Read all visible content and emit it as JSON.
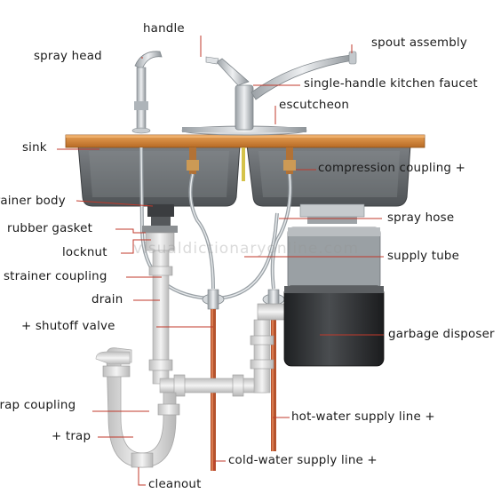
{
  "labels": {
    "handle": "handle",
    "spout_assembly": "spout assembly",
    "spray_head": "spray head",
    "single_handle_faucet": "single-handle kitchen faucet",
    "escutcheon": "escutcheon",
    "sink": "sink",
    "compression_coupling": "compression coupling +",
    "strainer_body": "strainer body",
    "spray_hose": "spray hose",
    "rubber_gasket": "rubber gasket",
    "locknut": "locknut",
    "supply_tube": "supply tube",
    "strainer_coupling": "strainer coupling",
    "drain": "drain",
    "shutoff_valve": "+ shutoff valve",
    "garbage_disposer": "garbage disposer",
    "trap_coupling": "trap coupling",
    "hot_water_supply_line": "hot-water supply line +",
    "trap": "+ trap",
    "cold_water_supply_line": "cold-water supply line +",
    "cleanout": "cleanout"
  },
  "watermark": "visualdictionaryonline.com",
  "colors": {
    "leader_line": "#c0392b",
    "countertop": "#d9893a",
    "sink_basin": "#666a6d",
    "chrome": "#c8ccd0",
    "pvc_pipe": "#e6e6e6",
    "copper": "#b5532d",
    "disposer_body": "#2e3033"
  }
}
